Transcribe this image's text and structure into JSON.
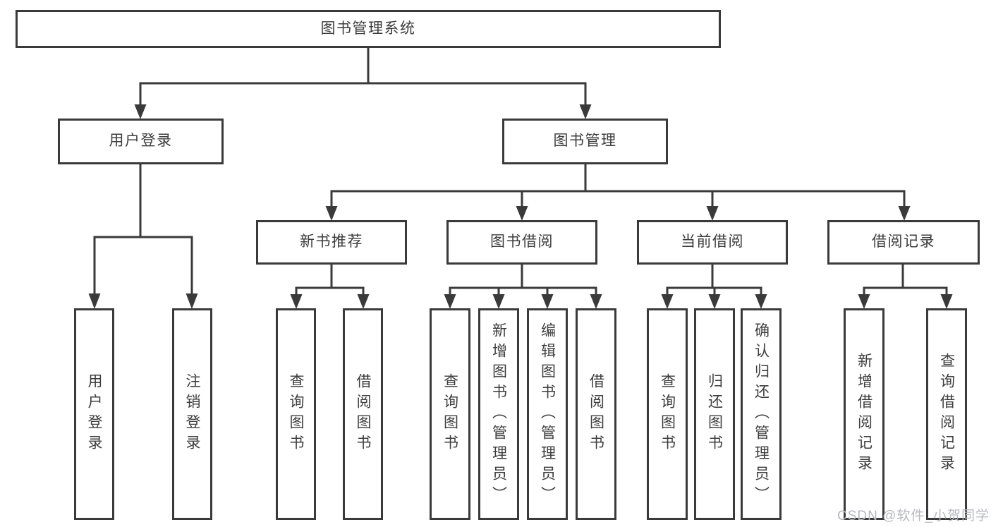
{
  "diagram": {
    "watermark": "CSDN @软件_小贺同学",
    "colors": {
      "line": "#3a3a3a",
      "text": "#3d3d3d",
      "background": "#ffffff",
      "watermark": "#b6b9bf"
    },
    "tree": {
      "root": {
        "label": "图书管理系统"
      },
      "branches": [
        {
          "label": "用户登录",
          "children": [
            {
              "label": "用户登录"
            },
            {
              "label": "注销登录"
            }
          ]
        },
        {
          "label": "图书管理",
          "children": [
            {
              "label": "新书推荐",
              "children": [
                {
                  "label": "查询图书"
                },
                {
                  "label": "借阅图书"
                }
              ]
            },
            {
              "label": "图书借阅",
              "children": [
                {
                  "label": "查询图书"
                },
                {
                  "label": "新增图书（管理员）"
                },
                {
                  "label": "编辑图书（管理员）"
                },
                {
                  "label": "借阅图书"
                }
              ]
            },
            {
              "label": "当前借阅",
              "children": [
                {
                  "label": "查询图书"
                },
                {
                  "label": "归还图书"
                },
                {
                  "label": "确认归还（管理员）"
                }
              ]
            },
            {
              "label": "借阅记录",
              "children": [
                {
                  "label": "新增借阅记录"
                },
                {
                  "label": "查询借阅记录"
                }
              ]
            }
          ]
        }
      ]
    }
  }
}
